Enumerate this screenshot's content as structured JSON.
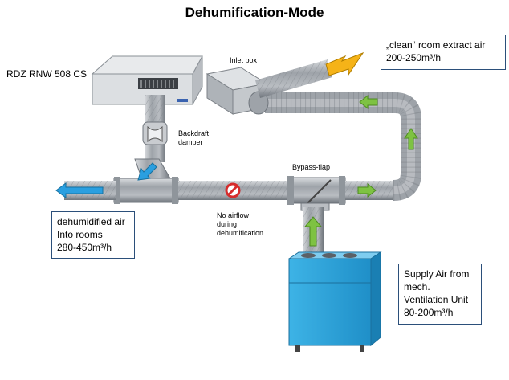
{
  "title": "Dehumification-Mode",
  "labels": {
    "unit_model": "RDZ RNW 508 CS",
    "inlet_box": "Inlet box",
    "backdraft_damper": [
      "Backdraft",
      "damper"
    ],
    "bypass_flap": "Bypass-flap",
    "no_airflow": [
      "No airflow",
      "during",
      "dehumification"
    ]
  },
  "boxes": {
    "extract_air": [
      "„clean“ room extract air",
      "200-250m³/h"
    ],
    "dehumidified_air": [
      "dehumidified air",
      "Into rooms",
      "280-450m³/h"
    ],
    "supply_air": [
      "Supply Air from",
      "mech.",
      "Ventilation Unit",
      "80-200m³/h"
    ]
  },
  "colors": {
    "arrow_yellow": "#f5b318",
    "arrow_green": "#7ec242",
    "arrow_blue": "#2a9fe0",
    "unit_blue": "#2fa6dc",
    "pipe_gray": "#a9aeb4",
    "no_entry_red": "#d62b2b",
    "box_border": "#2b4f7a"
  }
}
